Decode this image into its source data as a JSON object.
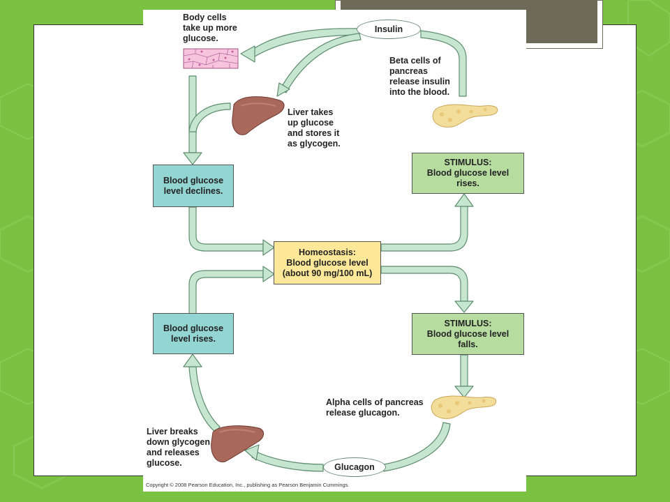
{
  "labels": {
    "body_cells": "Body cells\ntake up more\nglucose.",
    "beta_cells": "Beta cells of\npancreas\nrelease insulin\ninto the blood.",
    "liver_takes": "Liver takes\nup glucose\nand stores it\nas glycogen.",
    "alpha_cells": "Alpha cells of pancreas\nrelease glucagon.",
    "liver_breaks": "Liver breaks\ndown glycogen\nand releases\nglucose."
  },
  "boxes": {
    "declines": "Blood glucose\nlevel declines.",
    "rises": "Blood glucose\nlevel rises.",
    "stimulus_rises": "STIMULUS:\nBlood glucose level\nrises.",
    "stimulus_falls": "STIMULUS:\nBlood glucose level\nfalls.",
    "homeostasis": "Homeostasis:\nBlood glucose level\n(about 90 mg/100 mL)"
  },
  "ovals": {
    "insulin": "Insulin",
    "glucagon": "Glucagon"
  },
  "copyright": "Copyright © 2008 Pearson Education, Inc., publishing as Pearson Benjamin Cummings.",
  "colors": {
    "background": "#7cc242",
    "arrow_fill": "#c6e6cf",
    "arrow_stroke": "#5e8c6e",
    "teal_box": "#93d5d2",
    "green_box": "#b6dca0",
    "yellow_box": "#fde89a",
    "title_box": "#6e6a58"
  },
  "icons": {
    "body_cells": "cell-tissue-icon",
    "liver": "liver-icon",
    "pancreas": "pancreas-icon"
  }
}
